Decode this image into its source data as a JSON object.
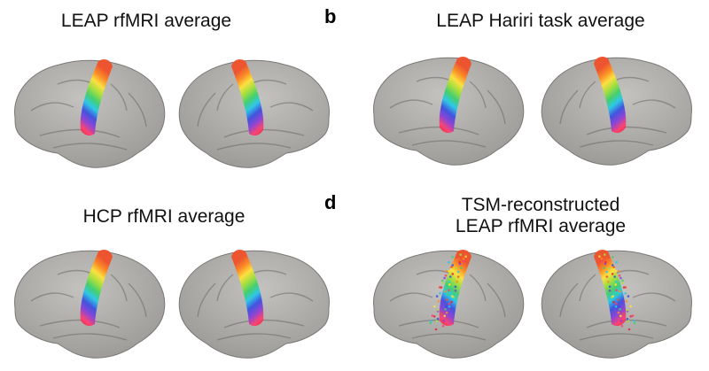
{
  "panels": [
    {
      "letter": "",
      "title_lines": [
        "LEAP rfMRI average"
      ],
      "style": "smooth"
    },
    {
      "letter": "b",
      "title_lines": [
        "LEAP Hariri task average"
      ],
      "style": "smooth"
    },
    {
      "letter": "",
      "title_lines": [
        "HCP rfMRI average"
      ],
      "style": "smooth"
    },
    {
      "letter": "d",
      "title_lines": [
        "TSM-reconstructed",
        "LEAP rfMRI average"
      ],
      "style": "speckled"
    }
  ],
  "colors": {
    "cortex": "#9c9a97",
    "cortex_highlight": "#c4c2bf",
    "sulcus": "#6b6966",
    "gradient": [
      "#e8243a",
      "#ff3f6e",
      "#8b3fd6",
      "#3a4fe0",
      "#27c9e8",
      "#3fd06a",
      "#a3e03a",
      "#ffe23a",
      "#ff8a1f",
      "#f0502a"
    ]
  }
}
